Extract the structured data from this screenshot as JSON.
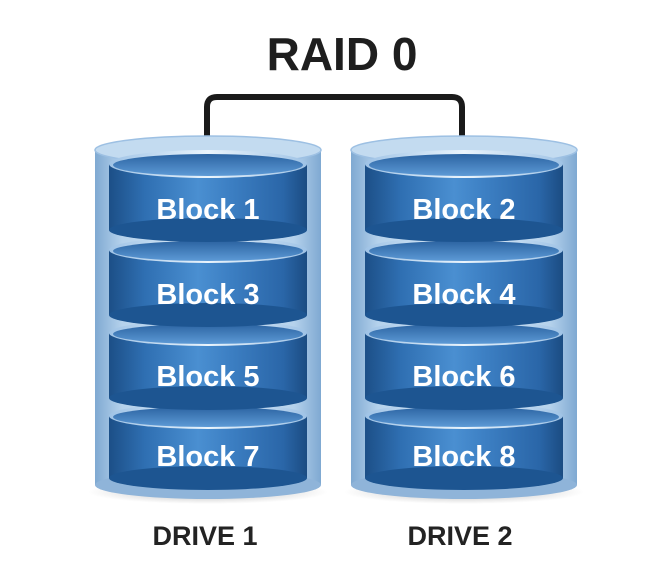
{
  "title": "RAID 0",
  "drives": [
    {
      "label": "DRIVE 1",
      "blocks": [
        "Block 1",
        "Block 3",
        "Block 5",
        "Block 7"
      ]
    },
    {
      "label": "DRIVE 2",
      "blocks": [
        "Block 2",
        "Block 4",
        "Block 6",
        "Block 8"
      ]
    }
  ],
  "colors": {
    "connector": "#1a1a1a",
    "disk_dark": "#1f5d9c",
    "disk_light": "#5b9bd8",
    "container": "#a9c9e6",
    "title_text": "#1e1e1e",
    "label_text": "#232323"
  }
}
